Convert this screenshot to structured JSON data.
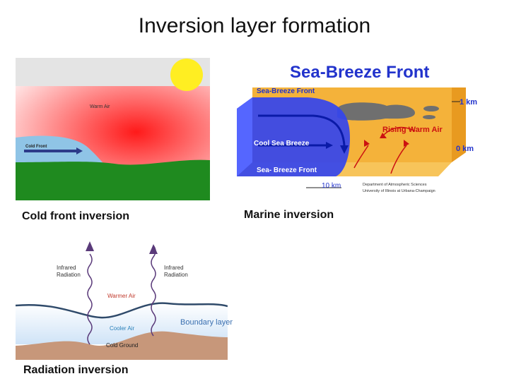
{
  "title": "Inversion layer formation",
  "cold_front": {
    "caption": "Cold front inversion",
    "warm_air": "Warm Air",
    "cold_front_label": "Cold Front"
  },
  "marine": {
    "caption": "Marine inversion",
    "heading": "Sea-Breeze Front",
    "front_top": "Sea-Breeze Front",
    "front_bottom": "Sea- Breeze Front",
    "cool": "Cool Sea Breeze",
    "rising": "Rising Warm Air",
    "km1": "1 km",
    "km0": "0 km",
    "scale": "10 km",
    "credit1": "Department of Atmospheric Sciences",
    "credit2": "University of Illinois at Urbana-Champaign"
  },
  "radiation": {
    "caption": "Radiation inversion",
    "ir_left_1": "Infrared",
    "ir_left_2": "Radiation",
    "ir_right_1": "Infrared",
    "ir_right_2": "Radiation",
    "warmer": "Warmer Air",
    "cooler": "Cooler Air",
    "ground": "Cold Ground",
    "boundary": "Boundary layer"
  },
  "colors": {
    "sea_blue": "#2233cc",
    "ground_green": "#1f8a1f",
    "warm_red": "#ff3333",
    "air_orange": "#f4b23a",
    "ground_brown": "#c7977a"
  }
}
